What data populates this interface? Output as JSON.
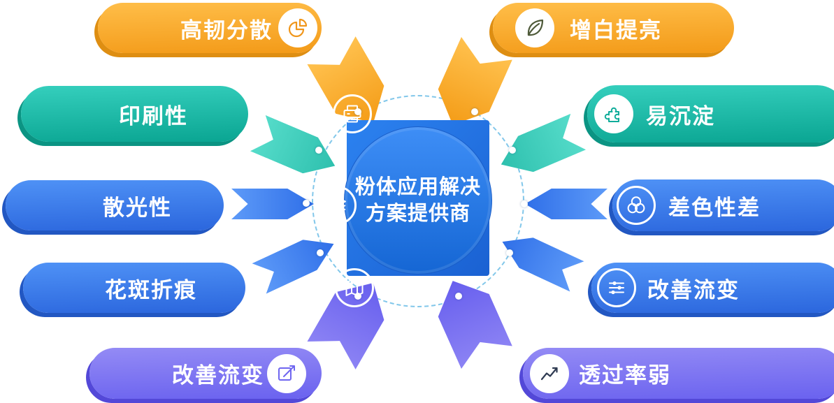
{
  "center": {
    "title_line1": "粉体应用解决",
    "title_line2": "方案提供商"
  },
  "pills": {
    "left": [
      {
        "label": "高韧分散",
        "icon": "pie-chart-icon",
        "theme": "orange"
      },
      {
        "label": "印刷性",
        "icon": "printer-icon",
        "theme": "teal"
      },
      {
        "label": "散光性",
        "icon": "layers-icon",
        "theme": "blue"
      },
      {
        "label": "花斑折痕",
        "icon": "map-icon",
        "theme": "blue"
      },
      {
        "label": "改善流变",
        "icon": "edit-chart-icon",
        "theme": "purple"
      }
    ],
    "right": [
      {
        "label": "增白提亮",
        "icon": "leaf-icon",
        "theme": "orange"
      },
      {
        "label": "易沉淀",
        "icon": "puzzle-icon",
        "theme": "teal"
      },
      {
        "label": "差色性差",
        "icon": "color-circles-icon",
        "theme": "blue"
      },
      {
        "label": "改善流变",
        "icon": "sliders-icon",
        "theme": "blue"
      },
      {
        "label": "透过率弱",
        "icon": "trend-chart-icon",
        "theme": "purple"
      }
    ]
  },
  "colors": {
    "orange": "#f6a01e",
    "teal": "#12b3a0",
    "blue": "#3374ea",
    "purple": "#6f66f0",
    "center_blue": "#1e6fd9",
    "dashed_ring": "#82c7ea"
  }
}
